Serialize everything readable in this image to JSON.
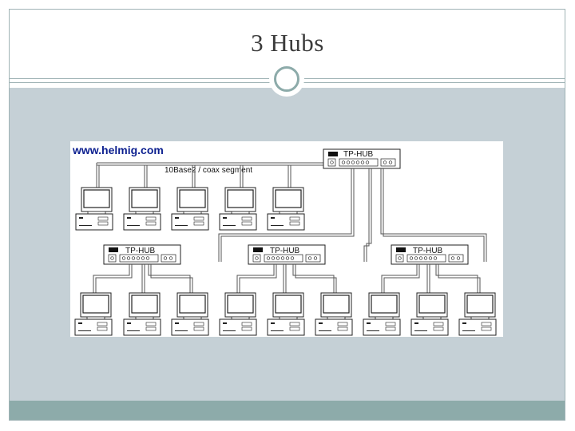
{
  "slide": {
    "title": "3 Hubs"
  },
  "diagram": {
    "brand_text": "www.helmig.com",
    "segment_label": "10Base2 / coax segment",
    "hub_label": "TP-HUB"
  },
  "colors": {
    "accent": "#8dabaa",
    "content_bg": "#c5d0d6",
    "brand": "#0b1f8f"
  }
}
